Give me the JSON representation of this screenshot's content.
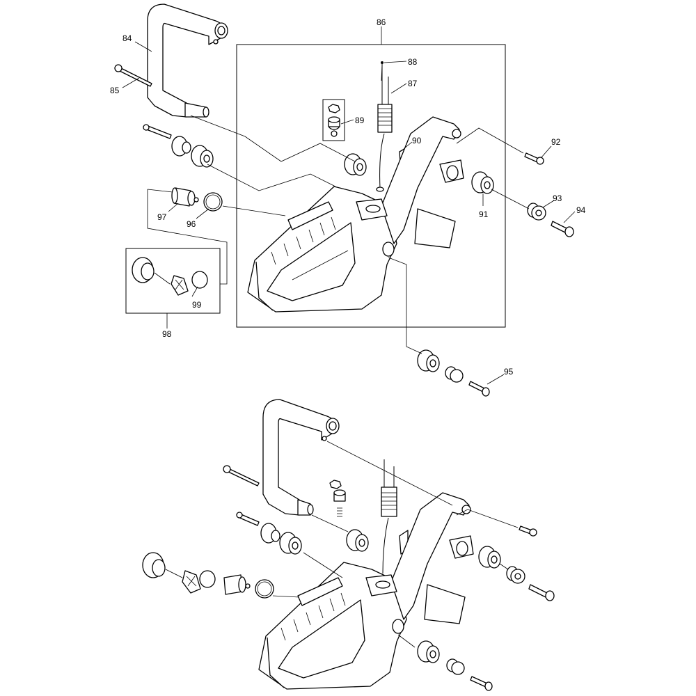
{
  "diagram": {
    "part_labels": [
      "84",
      "85",
      "86",
      "87",
      "88",
      "89",
      "90",
      "91",
      "92",
      "93",
      "94",
      "95",
      "96",
      "97",
      "98",
      "99"
    ],
    "colors": {
      "line": "#000000",
      "background": "#ffffff"
    }
  }
}
